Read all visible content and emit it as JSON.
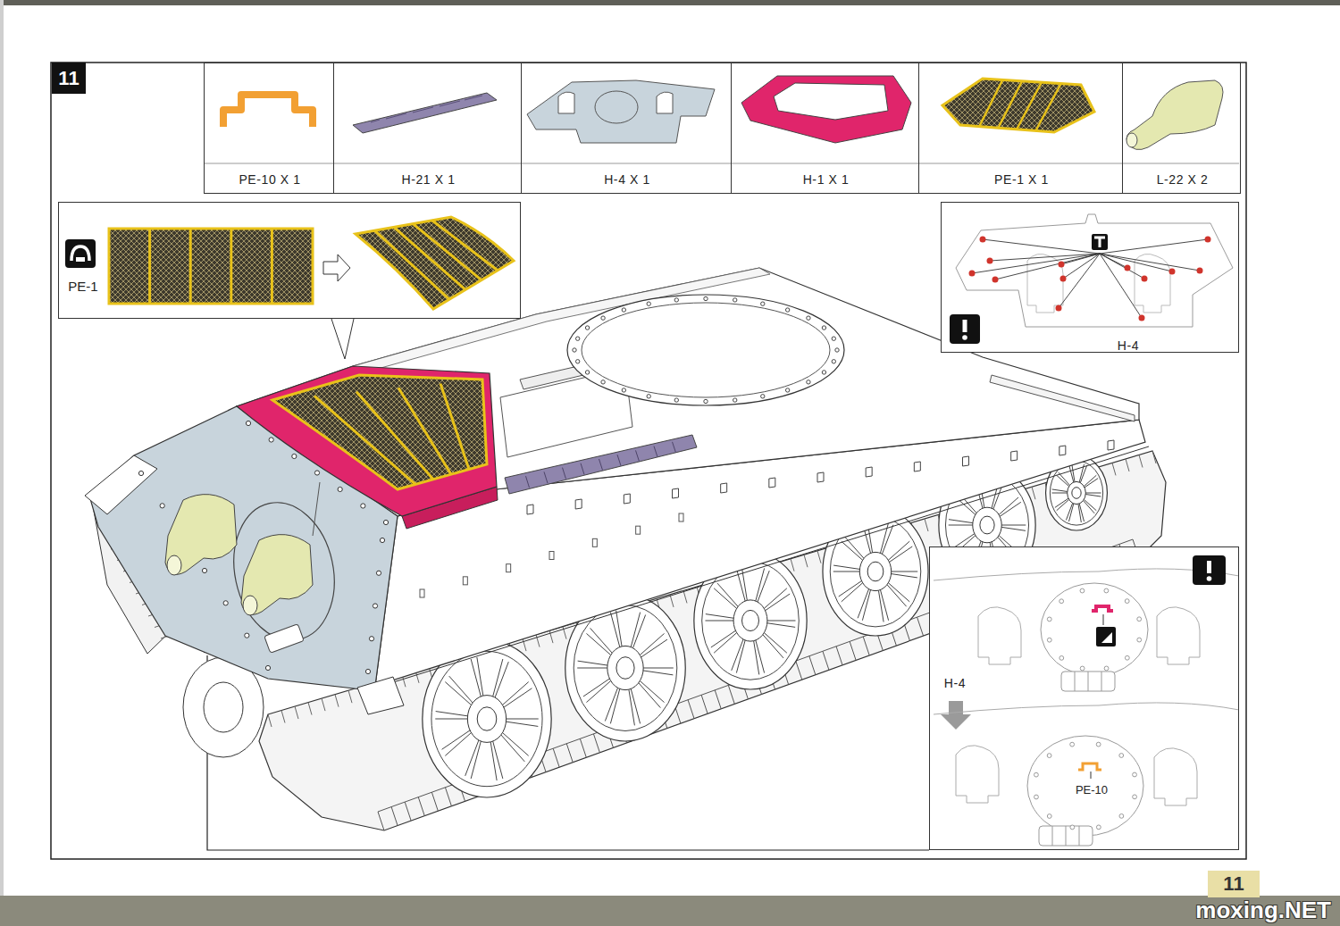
{
  "diagram": {
    "nodes": [
      {
        "text": [
          "11"
        ]
      },
      {
        "text": [
          "PE-10 X 1"
        ]
      },
      {
        "text": [
          "H-21 X 1"
        ]
      },
      {
        "text": [
          "H-4 X 1"
        ]
      },
      {
        "text": [
          "H-1 X 1"
        ]
      },
      {
        "text": [
          "PE-1 X 1"
        ]
      },
      {
        "text": [
          "L-22 X 2"
        ]
      },
      {
        "text": [
          "PE-1"
        ]
      },
      {
        "text": [
          "H-4"
        ]
      },
      {
        "text": [
          "H-4",
          "PE-10"
        ]
      },
      {
        "text": [
          "11"
        ]
      }
    ],
    "labels": [
      "moxing.NET"
    ]
  }
}
